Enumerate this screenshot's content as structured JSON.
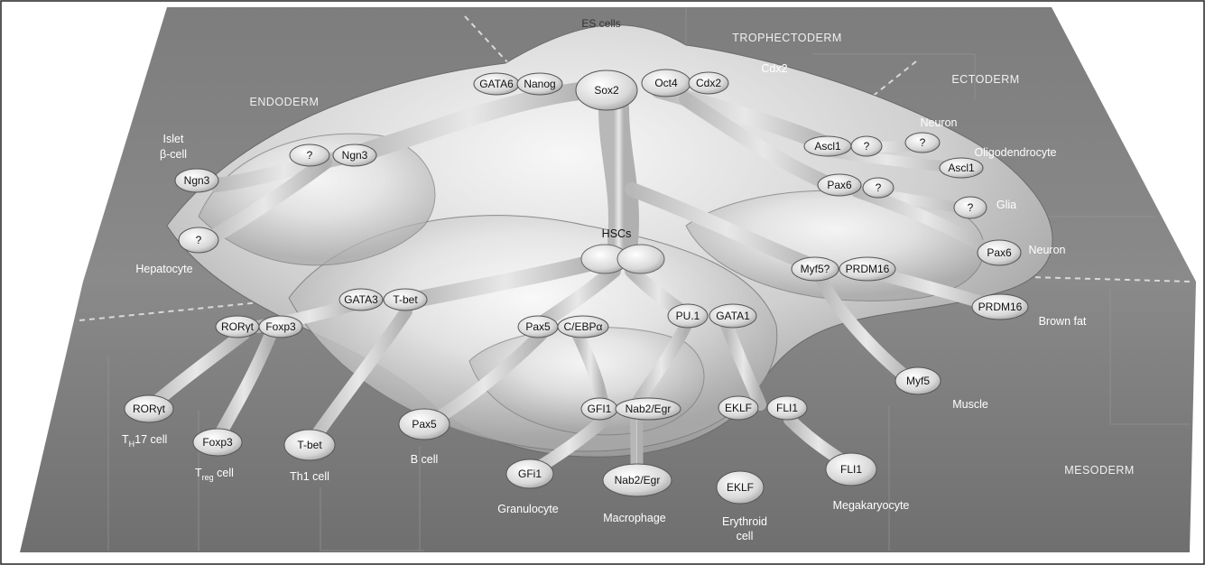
{
  "regions": {
    "es_cells": "ES cells",
    "trophectoderm": "TROPHECTODERM",
    "ectoderm": "ECTODERM",
    "endoderm": "ENDODERM",
    "mesoderm": "MESODERM"
  },
  "nodes": {
    "gata6": "GATA6",
    "nanog": "Nanog",
    "sox2": "Sox2",
    "oct4": "Oct4",
    "cdx2_small": "Cdx2",
    "q_islet": "?",
    "ngn3_upper": "Ngn3",
    "ngn3_left": "Ngn3",
    "q_hepatocyte": "?",
    "ascl1_upper": "Ascl1",
    "q_neuron_mid": "?",
    "q_neuron_top": "?",
    "ascl1_lower": "Ascl1",
    "pax6_upper": "Pax6",
    "q_pax6": "?",
    "q_glia": "?",
    "pax6_neuron": "Pax6",
    "myf5q": "Myf5?",
    "prdm16_upper": "PRDM16",
    "prdm16_lower": "PRDM16",
    "myf5": "Myf5",
    "gata3": "GATA3",
    "tbet_upper": "T-bet",
    "rorgt_upper": "RORγt",
    "foxp3_upper": "Foxp3",
    "pax5_upper": "Pax5",
    "cebpa": "C/EBPα",
    "pu1": "PU.1",
    "gata1": "GATA1",
    "gfi1_upper": "GFI1",
    "nab2egr_upper": "Nab2/Egr",
    "eklf_upper": "EKLF",
    "fli1_upper": "FLI1",
    "rorgt_lower": "RORγt",
    "foxp3_lower": "Foxp3",
    "tbet_lower": "T-bet",
    "pax5_lower": "Pax5",
    "gfi1_lower": "GFi1",
    "nab2egr_lower": "Nab2/Egr",
    "eklf_lower": "EKLF",
    "fli1_lower": "FLI1"
  },
  "labels": {
    "cdx2": "Cdx2",
    "islet_line1": "Islet",
    "islet_line2": "β-cell",
    "hepatocyte": "Hepatocyte",
    "neuron_top": "Neuron",
    "oligodendrocyte": "Oligodendrocyte",
    "glia": "Glia",
    "neuron_right": "Neuron",
    "hscs": "HSCs",
    "brown_fat": "Brown fat",
    "muscle": "Muscle",
    "th17_main": "T",
    "th17_sub": "H",
    "th17_rest": "17 cell",
    "treg_main": "T",
    "treg_sub": "reg",
    "treg_rest": " cell",
    "th1": "Th1 cell",
    "bcell": "B cell",
    "granulocyte": "Granulocyte",
    "macrophage": "Macrophage",
    "erythroid_line1": "Erythroid",
    "erythroid_line2": "cell",
    "megakaryocyte": "Megakaryocyte"
  }
}
